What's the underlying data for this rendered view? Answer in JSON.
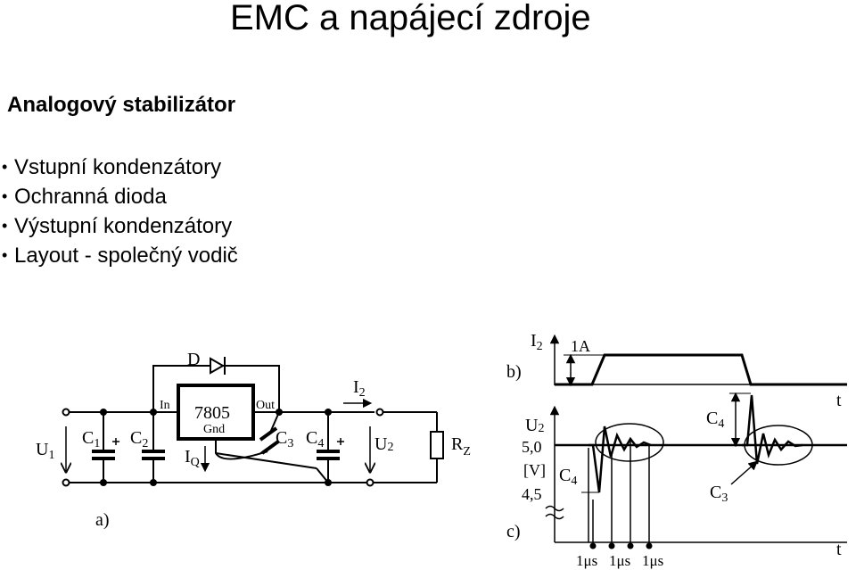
{
  "title": "EMC a napájecí zdroje",
  "subtitle": "Analogový stabilizátor",
  "bullets": [
    "Vstupní kondenzátory",
    "Ochranná dioda",
    "Výstupní kondenzátory",
    "Layout - společný vodič"
  ],
  "circuit": {
    "diode": "D",
    "regulator": "7805",
    "pin_in": "In",
    "pin_out": "Out",
    "pin_gnd": "Gnd",
    "u1": "U",
    "u1_sub": "1",
    "c1": "C",
    "c1_sub": "1",
    "c2": "C",
    "c2_sub": "2",
    "c3": "C",
    "c3_sub": "3",
    "c4": "C",
    "c4_sub": "4",
    "iq": "I",
    "iq_sub": "Q",
    "i2": "I",
    "i2_sub": "2",
    "u2": "U",
    "u2_sub": "2",
    "rz": "R",
    "rz_sub": "Z",
    "label_a": "a)"
  },
  "graphs": {
    "label_b": "b)",
    "label_c": "c)",
    "i2": "I",
    "i2_sub": "2",
    "amp": "1A",
    "u2": "U",
    "u2_sub": "2",
    "v50": "5,0",
    "unit": "[V]",
    "v45": "4,5",
    "t_top": "t",
    "t_bottom": "t",
    "c4_inner": "C",
    "c4_inner_sub": "4",
    "c4_peak": "C",
    "c4_peak_sub": "4",
    "c3": "C",
    "c3_sub": "3",
    "time_labels": [
      "1μs",
      "1μs",
      "1μs"
    ]
  }
}
